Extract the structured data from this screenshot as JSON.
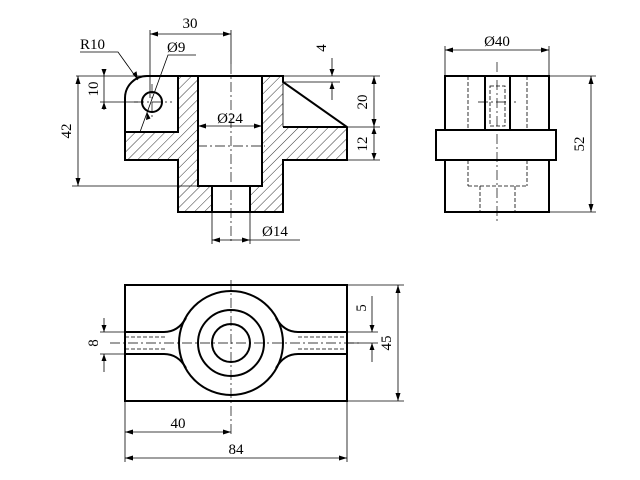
{
  "dimensions": {
    "r10": "R10",
    "d9": "Ø9",
    "w30": "30",
    "h4": "4",
    "h10": "10",
    "h42": "42",
    "d24": "Ø24",
    "h20": "20",
    "h12": "12",
    "d14": "Ø14",
    "d40": "Ø40",
    "h52": "52",
    "h8": "8",
    "h5": "5",
    "h45": "45",
    "w40": "40",
    "w84": "84"
  }
}
